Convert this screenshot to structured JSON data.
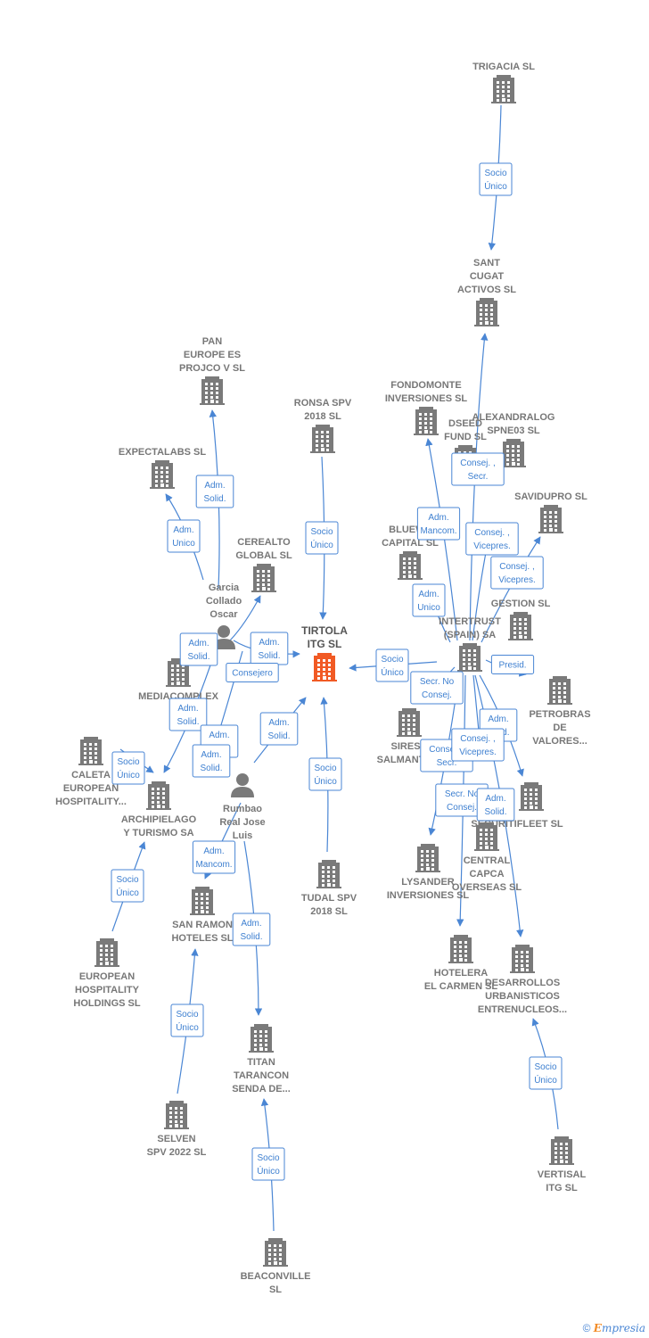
{
  "colors": {
    "company": "#7a7a7a",
    "center": "#f15a24",
    "person": "#7a7a7a",
    "edge": "#4a86d4",
    "label_text": "#3d7fd0",
    "node_text": "#777777"
  },
  "nodes": [
    {
      "id": "trigacia",
      "type": "company",
      "label": [
        "TRIGACIA  SL"
      ]
    },
    {
      "id": "santcugat",
      "type": "company",
      "label": [
        "SANT",
        "CUGAT",
        "ACTIVOS  SL"
      ]
    },
    {
      "id": "pan",
      "type": "company",
      "label": [
        "PAN",
        "EUROPE ES",
        "PROJCO V SL"
      ]
    },
    {
      "id": "ronsa",
      "type": "company",
      "label": [
        "RONSA SPV",
        "2018  SL"
      ]
    },
    {
      "id": "fondomonte",
      "type": "company",
      "label": [
        "FONDOMONTE",
        "INVERSIONES SL"
      ]
    },
    {
      "id": "dseed",
      "type": "company",
      "label": [
        "DSEED",
        "FUND  SL"
      ]
    },
    {
      "id": "alexandralog",
      "type": "company",
      "label": [
        "ALEXANDRALOG",
        "SPNE03  SL"
      ]
    },
    {
      "id": "expectalabs",
      "type": "company",
      "label": [
        "EXPECTALABS SL"
      ]
    },
    {
      "id": "savidupro",
      "type": "company",
      "label": [
        "SAVIDUPRO SL"
      ]
    },
    {
      "id": "cerealto",
      "type": "company",
      "label": [
        "CEREALTO",
        "GLOBAL  SL"
      ]
    },
    {
      "id": "bluewater",
      "type": "company",
      "label": [
        "BLUEWA",
        "CAPITAL SL"
      ]
    },
    {
      "id": "gestion",
      "type": "company",
      "label": [
        "GESTION SL"
      ]
    },
    {
      "id": "garcia",
      "type": "person",
      "label": [
        "Garcia",
        "Collado",
        "Oscar"
      ]
    },
    {
      "id": "tirtola",
      "type": "center",
      "label": [
        "TIRTOLA",
        "ITG  SL"
      ]
    },
    {
      "id": "intertrust",
      "type": "company",
      "label": [
        "INTERTRUST",
        "(SPAIN) SA"
      ]
    },
    {
      "id": "mediacomplex",
      "type": "company",
      "label": [
        "MEDIACOMPLEX",
        "DIA",
        "17"
      ]
    },
    {
      "id": "petrobras",
      "type": "company",
      "label": [
        "PETROBRAS",
        "DE",
        "VALORES..."
      ]
    },
    {
      "id": "caleta",
      "type": "company",
      "label": [
        "CALETA",
        "EUROPEAN",
        "HOSPITALITY..."
      ]
    },
    {
      "id": "siresa",
      "type": "company",
      "label": [
        "SIRESA",
        "SALMANTINA"
      ]
    },
    {
      "id": "archipielago",
      "type": "company",
      "label": [
        "ARCHIPIELAGO",
        "Y TURISMO SA"
      ]
    },
    {
      "id": "rumbao",
      "type": "person",
      "label": [
        "Rumbao",
        "Real Jose",
        "Luis"
      ]
    },
    {
      "id": "securitifleet",
      "type": "company",
      "label": [
        "SECURITIFLEET SL"
      ]
    },
    {
      "id": "centralcapca",
      "type": "company",
      "label": [
        "CENTRAL",
        "CAPCA",
        "OVERSEAS SL"
      ]
    },
    {
      "id": "lysander",
      "type": "company",
      "label": [
        "LYSANDER",
        "INVERSIONES SL"
      ]
    },
    {
      "id": "tudal",
      "type": "company",
      "label": [
        "TUDAL SPV",
        "2018  SL"
      ]
    },
    {
      "id": "sanramon",
      "type": "company",
      "label": [
        "SAN RAMON",
        "HOTELES SL"
      ]
    },
    {
      "id": "europeanhh",
      "type": "company",
      "label": [
        "EUROPEAN",
        "HOSPITALITY",
        "HOLDINGS  SL"
      ]
    },
    {
      "id": "hotelera",
      "type": "company",
      "label": [
        "HOTELERA",
        "EL CARMEN SL"
      ]
    },
    {
      "id": "desarrollos",
      "type": "company",
      "label": [
        "DESARROLLOS",
        "URBANISTICOS",
        "ENTRENUCLEOS..."
      ]
    },
    {
      "id": "titan",
      "type": "company",
      "label": [
        "TITAN",
        "TARANCON",
        "SENDA DE..."
      ]
    },
    {
      "id": "selven",
      "type": "company",
      "label": [
        "SELVEN",
        "SPV 2022  SL"
      ]
    },
    {
      "id": "vertisal",
      "type": "company",
      "label": [
        "VERTISAL",
        "ITG  SL"
      ]
    },
    {
      "id": "beaconville",
      "type": "company",
      "label": [
        "BEACONVILLE",
        "SL"
      ]
    }
  ],
  "edges": [
    {
      "id": "e1",
      "from": "trigacia",
      "to": "santcugat",
      "label": [
        "Socio",
        "Único"
      ]
    },
    {
      "id": "e2",
      "from": "ronsa",
      "to": "tirtola",
      "label": [
        "Socio",
        "Único"
      ]
    },
    {
      "id": "e3",
      "from": "garcia",
      "to": "pan",
      "label": [
        "Adm.",
        "Solid."
      ]
    },
    {
      "id": "e4",
      "from": "garcia",
      "to": "expectalabs",
      "label": [
        "Adm.",
        "Unico"
      ]
    },
    {
      "id": "e5",
      "from": "garcia",
      "to": "tirtola",
      "label": [
        "Adm.",
        "Solid."
      ]
    },
    {
      "id": "e6",
      "from": "garcia",
      "to": "cerealto",
      "label": [
        "Consejero"
      ]
    },
    {
      "id": "e7",
      "from": "garcia",
      "to": "mediacomplex",
      "label": [
        "Adm.",
        "Solid."
      ]
    },
    {
      "id": "e8",
      "from": "garcia",
      "to": "archipielago",
      "label": [
        "Adm.",
        "Solid."
      ]
    },
    {
      "id": "e9",
      "from": "rumbao",
      "to": "tirtola",
      "label": [
        "Adm.",
        "Solid."
      ]
    },
    {
      "id": "e10",
      "from": "rumbao",
      "to": "sanramon",
      "label": [
        "Adm.",
        "Mancom."
      ]
    },
    {
      "id": "e11",
      "from": "rumbao",
      "to": "titan",
      "label": [
        "Adm.",
        "Solid."
      ]
    },
    {
      "id": "e12",
      "from": "rumbao",
      "to": "mediacomplex",
      "label": [
        "Adm.",
        "Solid."
      ]
    },
    {
      "id": "e13",
      "from": "rumbao",
      "to": "archipielago",
      "label": [
        "Adm.",
        "Solid."
      ]
    },
    {
      "id": "e14",
      "from": "caleta",
      "to": "archipielago",
      "label": [
        "Socio",
        "Único"
      ]
    },
    {
      "id": "e15",
      "from": "europeanhh",
      "to": "archipielago",
      "label": [
        "Socio",
        "Único"
      ]
    },
    {
      "id": "e16",
      "from": "tudal",
      "to": "tirtola",
      "label": [
        "Socio",
        "Único"
      ]
    },
    {
      "id": "e17",
      "from": "selven",
      "to": "sanramon",
      "label": [
        "Socio",
        "Único"
      ]
    },
    {
      "id": "e18",
      "from": "beaconville",
      "to": "titan",
      "label": [
        "Socio",
        "Único"
      ]
    },
    {
      "id": "e19",
      "from": "intertrust",
      "to": "tirtola",
      "label": [
        "Socio",
        "Único"
      ]
    },
    {
      "id": "e20",
      "from": "intertrust",
      "to": "santcugat",
      "label": [
        "Consej. ,",
        "Secr."
      ]
    },
    {
      "id": "e21",
      "from": "intertrust",
      "to": "fondomonte",
      "label": [
        "Adm.",
        "Mancom."
      ]
    },
    {
      "id": "e22",
      "from": "intertrust",
      "to": "dseed",
      "label": [
        "Consej. ,",
        "Vicepres."
      ]
    },
    {
      "id": "e23",
      "from": "intertrust",
      "to": "savidupro",
      "label": [
        "Consej. ,",
        "Vicepres."
      ]
    },
    {
      "id": "e24",
      "from": "intertrust",
      "to": "bluewater",
      "label": [
        "Adm.",
        "Unico"
      ]
    },
    {
      "id": "e25",
      "from": "intertrust",
      "to": "gestion",
      "label": [
        "Presid."
      ]
    },
    {
      "id": "e26",
      "from": "intertrust",
      "to": "siresa",
      "label": [
        "Secr.  No",
        "Consej."
      ]
    },
    {
      "id": "e27",
      "from": "intertrust",
      "to": "lysander",
      "label": [
        "Consej. ,",
        "Secr."
      ]
    },
    {
      "id": "e28",
      "from": "intertrust",
      "to": "securitifleet",
      "label": [
        "Adm.",
        "Solid."
      ]
    },
    {
      "id": "e29",
      "from": "intertrust",
      "to": "centralcapca",
      "label": [
        "Consej. ,",
        "Vicepres."
      ]
    },
    {
      "id": "e30",
      "from": "intertrust",
      "to": "hotelera",
      "label": [
        "Secr.  No",
        "Consej."
      ]
    },
    {
      "id": "e31",
      "from": "intertrust",
      "to": "desarrollos",
      "label": [
        "Adm.",
        "Solid."
      ]
    },
    {
      "id": "e32",
      "from": "vertisal",
      "to": "desarrollos",
      "label": [
        "Socio",
        "Único"
      ]
    }
  ],
  "footer": {
    "copyright": "©",
    "brand_initial": "E",
    "brand_rest": "mpresia"
  }
}
